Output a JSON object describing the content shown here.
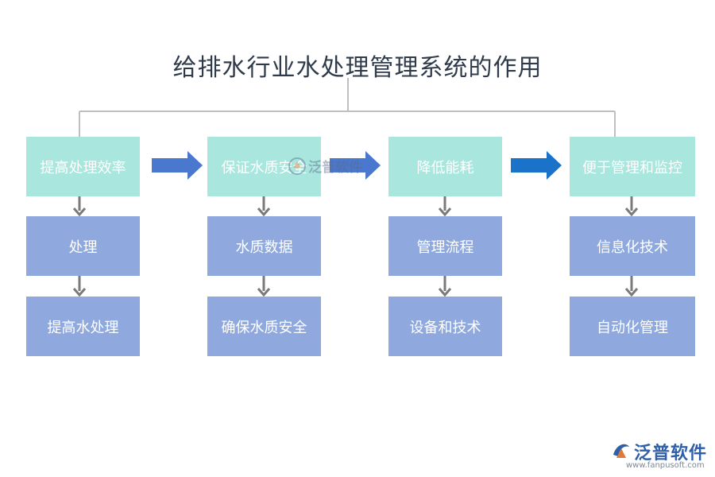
{
  "title": "给排水行业水处理管理系统的作用",
  "columns": [
    {
      "head": "提高处理效率",
      "items": [
        "处理",
        "提高水处理"
      ]
    },
    {
      "head": "保证水质安全",
      "items": [
        "水质数据",
        "确保水质安全"
      ]
    },
    {
      "head": "降低能耗",
      "items": [
        "管理流程",
        "设备和技术"
      ]
    },
    {
      "head": "便于管理和监控",
      "items": [
        "信息化技术",
        "自动化管理"
      ]
    }
  ],
  "watermark": "泛普软件",
  "logo": {
    "name": "泛普软件",
    "url": "www.fanpusoft.com"
  },
  "colors": {
    "top_box": "#a8e6de",
    "sub_box": "#8fa9de",
    "arrow_blue": "#3b6fc9",
    "arrow_down": "#7a7a7a",
    "line": "#bfbfbf"
  }
}
